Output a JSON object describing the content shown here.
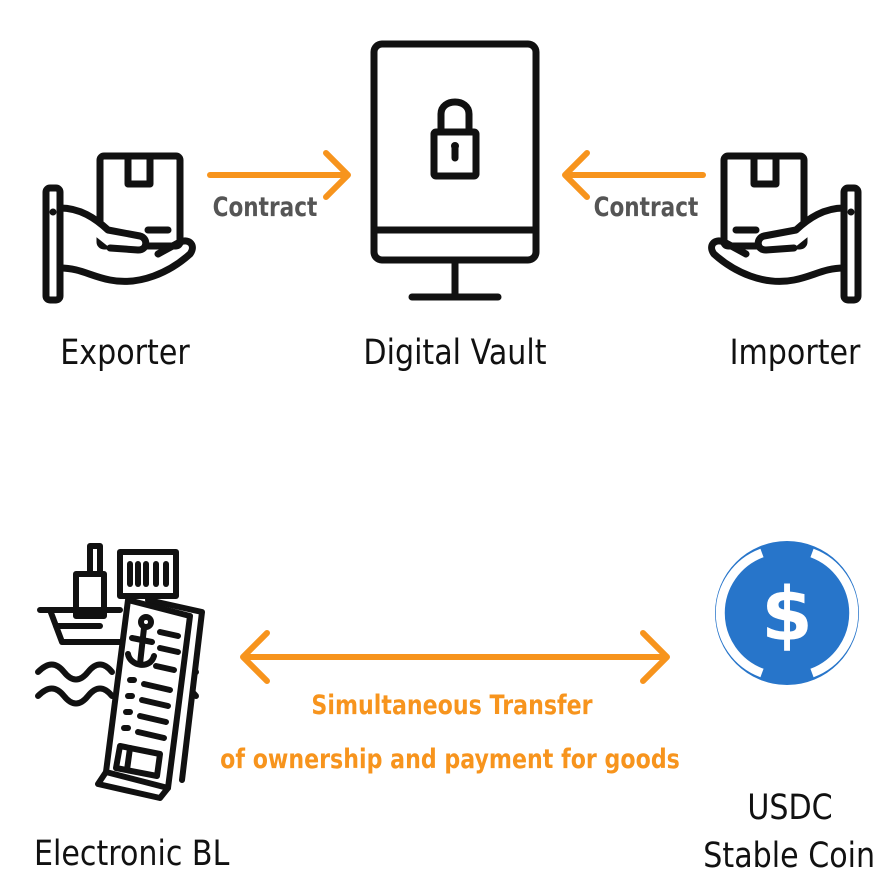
{
  "nodes": {
    "exporter": "Exporter",
    "vault": "Digital Vault",
    "importer": "Importer",
    "ebl": "Electronic BL",
    "usdc_line1": "USDC",
    "usdc_line2": "Stable Coin"
  },
  "arrows": {
    "left_contract": "Contract",
    "right_contract": "Contract",
    "transfer_line1": "Simultaneous Transfer",
    "transfer_line2": "of ownership and payment for goods"
  },
  "colors": {
    "accent": "#f7941d",
    "usdc_blue": "#2775ca",
    "ink": "#111111",
    "muted": "#555555"
  },
  "icons": [
    "hand-box-icon",
    "computer-lock-icon",
    "ship-document-icon",
    "usdc-coin-icon"
  ]
}
